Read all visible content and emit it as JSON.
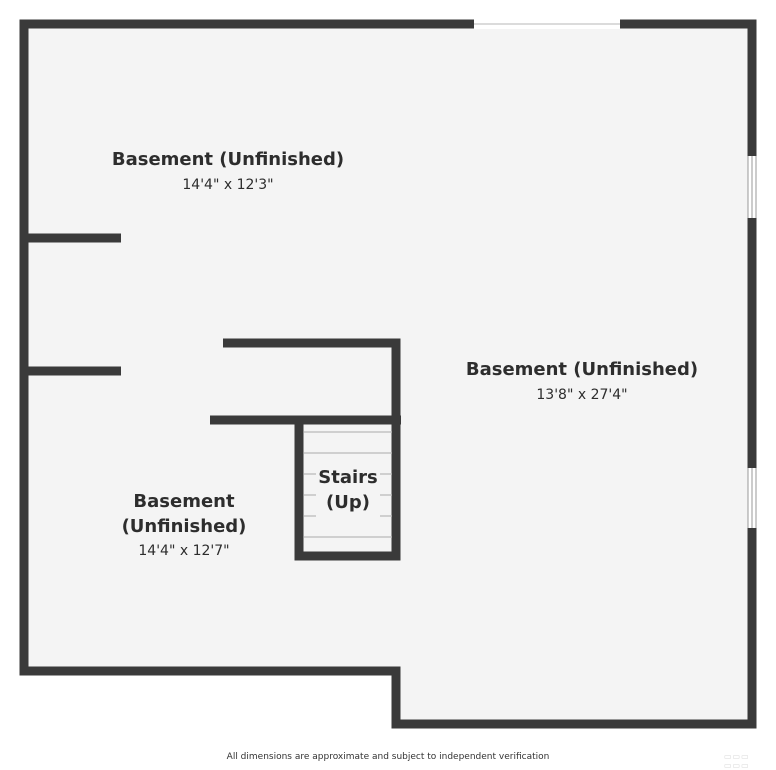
{
  "rooms": [
    {
      "name": "Basement (Unfinished)",
      "dimensions": "14'4\" x 12'3\""
    },
    {
      "name": "Basement (Unfinished)",
      "dimensions": "13'8\" x 27'4\""
    },
    {
      "name_line1": "Basement",
      "name_line2": "(Unfinished)",
      "dimensions": "14'4\" x 12'7\""
    }
  ],
  "stairs": {
    "line1": "Stairs",
    "line2": "(Up)"
  },
  "footer": "All dimensions are approximate and subject to independent verification",
  "colors": {
    "wall": "#3a3a3a",
    "floor": "#f4f4f4",
    "window": "#ffffff",
    "stair_line": "#b9b9b9"
  }
}
